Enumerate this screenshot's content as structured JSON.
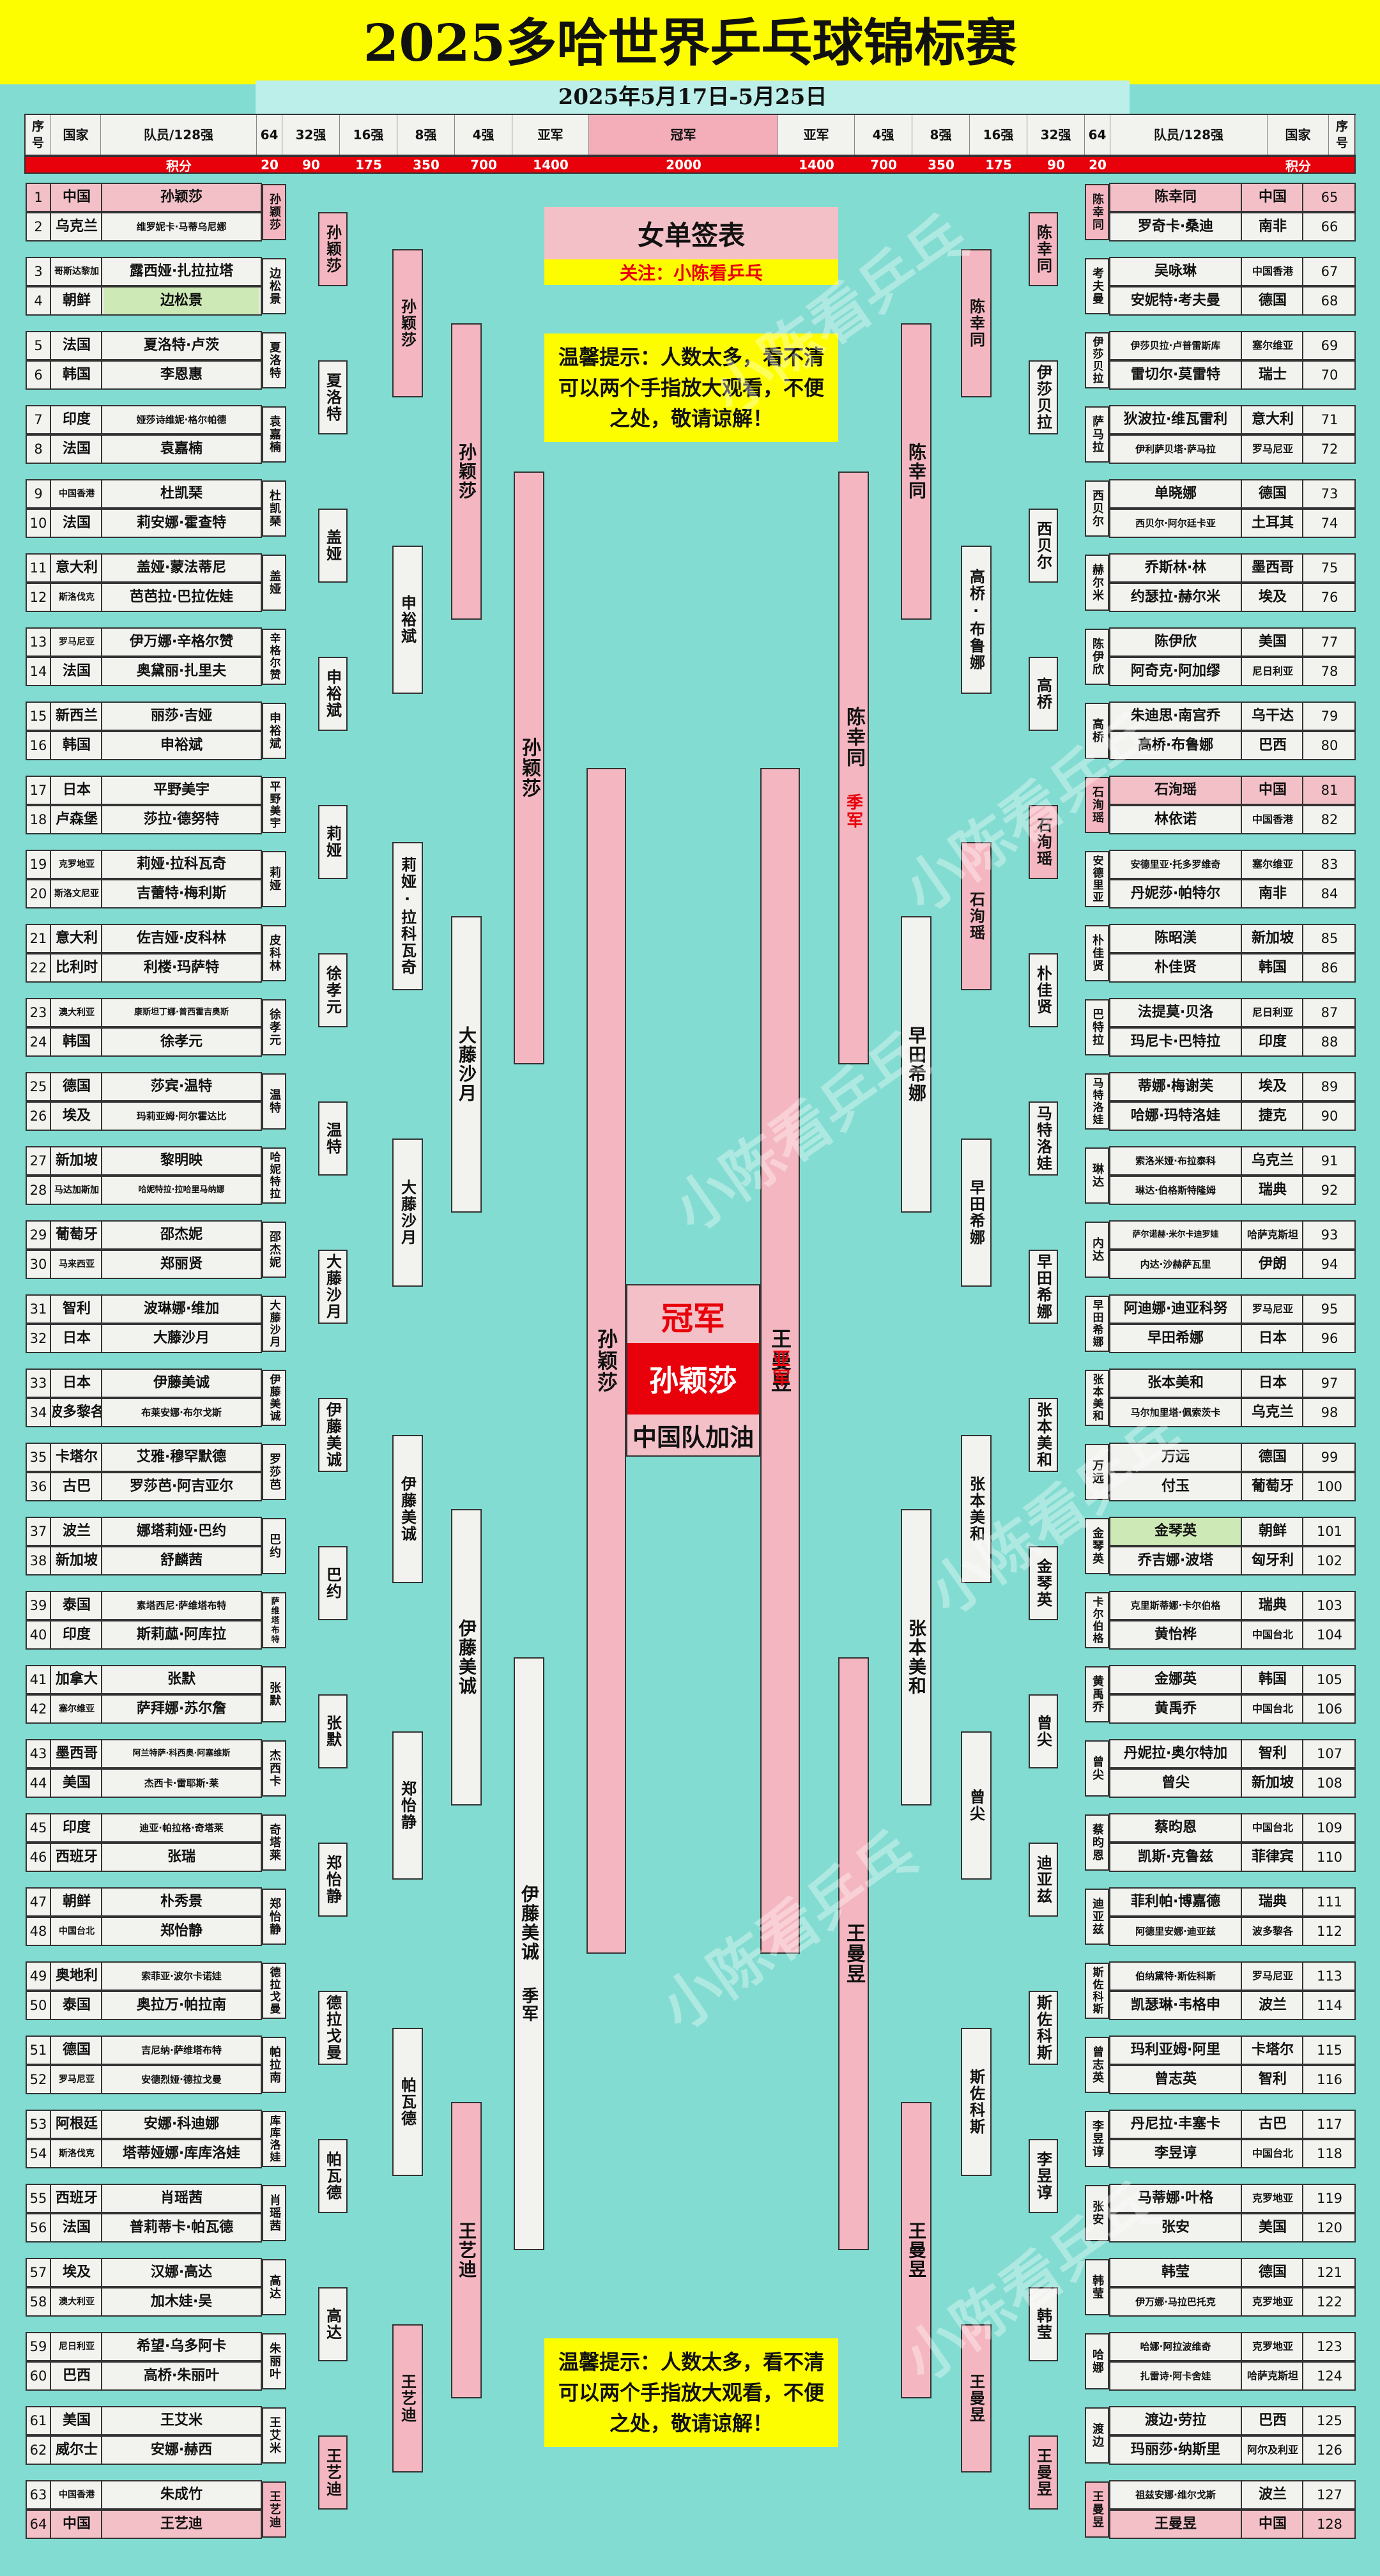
{
  "title": "2025多哈世界乒乓球锦标赛",
  "dates": "2025年5月17日-5月25日",
  "headers": [
    "序号",
    "国家",
    "队员/128强",
    "64",
    "32强",
    "16强",
    "8强",
    "4强",
    "亚军",
    "冠军",
    "亚军",
    "4强",
    "8强",
    "16强",
    "32强",
    "64",
    "队员/128强",
    "国家",
    "序号"
  ],
  "points_label": "积分",
  "points": [
    "20",
    "90",
    "175",
    "350",
    "700",
    "1400",
    "2000",
    "1400",
    "700",
    "350",
    "175",
    "90",
    "20"
  ],
  "draw_title": "女单签表",
  "follow": "关注：小陈看乒乓",
  "tip": "温馨提示：人数太多，看不清可以两个手指放大观看，不便之处，敬请谅解！",
  "champion": {
    "label": "冠军",
    "name": "孙颖莎",
    "cheer": "中国队加油"
  },
  "runner_up": {
    "name": "王曼昱",
    "label": "亚军"
  },
  "semi_left": {
    "top": "孙颖莎",
    "bottom": "伊藤美诚",
    "bottom_note": "季军"
  },
  "semi_right": {
    "top": "陈幸同",
    "top_note": "季军",
    "bottom": "王曼昱"
  },
  "final_left": "孙颖莎",
  "final_right": "王曼昱",
  "watermark": "小陈看乒乓",
  "left_players": [
    {
      "n": "1",
      "c": "中国",
      "p": "孙颖莎",
      "hl": true
    },
    {
      "n": "2",
      "c": "乌克兰",
      "p": "维罗妮卡·马蒂乌尼娜",
      "sm": true
    },
    {
      "n": "3",
      "c": "哥斯达黎加",
      "p": "露西娅·扎拉拉塔",
      "cs": true
    },
    {
      "n": "4",
      "c": "朝鲜",
      "p": "边松景",
      "y": true
    },
    {
      "n": "5",
      "c": "法国",
      "p": "夏洛特·卢茨"
    },
    {
      "n": "6",
      "c": "韩国",
      "p": "李恩惠"
    },
    {
      "n": "7",
      "c": "印度",
      "p": "娅莎诗维妮·格尔帕德",
      "sm": true
    },
    {
      "n": "8",
      "c": "法国",
      "p": "袁嘉楠"
    },
    {
      "n": "9",
      "c": "中国香港",
      "p": "杜凯琹",
      "cs": true
    },
    {
      "n": "10",
      "c": "法国",
      "p": "莉安娜·霍查特"
    },
    {
      "n": "11",
      "c": "意大利",
      "p": "盖娅·蒙法蒂尼"
    },
    {
      "n": "12",
      "c": "斯洛伐克",
      "p": "芭芭拉·巴拉佐娃",
      "cs": true
    },
    {
      "n": "13",
      "c": "罗马尼亚",
      "p": "伊万娜·辛格尔赞",
      "cs": true
    },
    {
      "n": "14",
      "c": "法国",
      "p": "奥黛丽·扎里夫"
    },
    {
      "n": "15",
      "c": "新西兰",
      "p": "丽莎·吉娅"
    },
    {
      "n": "16",
      "c": "韩国",
      "p": "申裕斌"
    },
    {
      "n": "17",
      "c": "日本",
      "p": "平野美宇"
    },
    {
      "n": "18",
      "c": "卢森堡",
      "p": "莎拉·德努特"
    },
    {
      "n": "19",
      "c": "克罗地亚",
      "p": "莉娅·拉科瓦奇",
      "cs": true
    },
    {
      "n": "20",
      "c": "斯洛文尼亚",
      "p": "吉蕾特·梅利斯",
      "cs": true
    },
    {
      "n": "21",
      "c": "意大利",
      "p": "佐吉娅·皮科林"
    },
    {
      "n": "22",
      "c": "比利时",
      "p": "利楼·玛萨特"
    },
    {
      "n": "23",
      "c": "澳大利亚",
      "p": "康斯坦丁娜·普西霍吉奥斯",
      "cs": true,
      "xs": true
    },
    {
      "n": "24",
      "c": "韩国",
      "p": "徐孝元"
    },
    {
      "n": "25",
      "c": "德国",
      "p": "莎宾·温特"
    },
    {
      "n": "26",
      "c": "埃及",
      "p": "玛莉亚姆·阿尔霍达比",
      "sm": true
    },
    {
      "n": "27",
      "c": "新加坡",
      "p": "黎明映"
    },
    {
      "n": "28",
      "c": "马达加斯加",
      "p": "哈妮特拉·拉哈里马纳娜",
      "cs": true,
      "xs": true
    },
    {
      "n": "29",
      "c": "葡萄牙",
      "p": "邵杰妮"
    },
    {
      "n": "30",
      "c": "马来西亚",
      "p": "郑丽贤",
      "cs": true
    },
    {
      "n": "31",
      "c": "智利",
      "p": "波琳娜·维加"
    },
    {
      "n": "32",
      "c": "日本",
      "p": "大藤沙月"
    },
    {
      "n": "33",
      "c": "日本",
      "p": "伊藤美诚"
    },
    {
      "n": "34",
      "c": "波多黎各",
      "p": "布莱安娜·布尔戈斯",
      "sm": true
    },
    {
      "n": "35",
      "c": "卡塔尔",
      "p": "艾雅·穆罕默德",
      "sm": false
    },
    {
      "n": "36",
      "c": "古巴",
      "p": "罗莎芭·阿吉亚尔"
    },
    {
      "n": "37",
      "c": "波兰",
      "p": "娜塔莉娅·巴约"
    },
    {
      "n": "38",
      "c": "新加坡",
      "p": "舒麟茜"
    },
    {
      "n": "39",
      "c": "泰国",
      "p": "素塔西尼·萨维塔布特",
      "sm": true
    },
    {
      "n": "40",
      "c": "印度",
      "p": "斯莉蓏·阿库拉"
    },
    {
      "n": "41",
      "c": "加拿大",
      "p": "张默"
    },
    {
      "n": "42",
      "c": "塞尔维亚",
      "p": "萨拜娜·苏尔詹",
      "cs": true
    },
    {
      "n": "43",
      "c": "墨西哥",
      "p": "阿兰特萨·科西奥·阿塞维斯",
      "xs": true
    },
    {
      "n": "44",
      "c": "美国",
      "p": "杰西卡·雷耶斯·莱",
      "sm": true
    },
    {
      "n": "45",
      "c": "印度",
      "p": "迪亚·帕拉格·奇塔莱",
      "sm": true
    },
    {
      "n": "46",
      "c": "西班牙",
      "p": "张瑞"
    },
    {
      "n": "47",
      "c": "朝鲜",
      "p": "朴秀景"
    },
    {
      "n": "48",
      "c": "中国台北",
      "p": "郑怡静",
      "cs": true
    },
    {
      "n": "49",
      "c": "奥地利",
      "p": "索菲亚·波尔卡诺娃",
      "sm": true
    },
    {
      "n": "50",
      "c": "泰国",
      "p": "奥拉万·帕拉南"
    },
    {
      "n": "51",
      "c": "德国",
      "p": "吉尼纳·萨维塔布特",
      "sm": true
    },
    {
      "n": "52",
      "c": "罗马尼亚",
      "p": "安德烈娅·德拉戈曼",
      "cs": true,
      "sm": true
    },
    {
      "n": "53",
      "c": "阿根廷",
      "p": "安娜·科迪娜"
    },
    {
      "n": "54",
      "c": "斯洛伐克",
      "p": "塔蒂娅娜·库库洛娃",
      "cs": true
    },
    {
      "n": "55",
      "c": "西班牙",
      "p": "肖瑶茜"
    },
    {
      "n": "56",
      "c": "法国",
      "p": "普莉蒂卡·帕瓦德"
    },
    {
      "n": "57",
      "c": "埃及",
      "p": "汉娜·高达"
    },
    {
      "n": "58",
      "c": "澳大利亚",
      "p": "加木娃·吴",
      "cs": true
    },
    {
      "n": "59",
      "c": "尼日利亚",
      "p": "希望·乌多阿卡",
      "cs": true
    },
    {
      "n": "60",
      "c": "巴西",
      "p": "高桥·朱丽叶"
    },
    {
      "n": "61",
      "c": "美国",
      "p": "王艾米"
    },
    {
      "n": "62",
      "c": "威尔士",
      "p": "安娜·赫西"
    },
    {
      "n": "63",
      "c": "中国香港",
      "p": "朱成竹",
      "cs": true
    },
    {
      "n": "64",
      "c": "中国",
      "p": "王艺迪",
      "hl": true
    }
  ],
  "right_players": [
    {
      "n": "65",
      "c": "中国",
      "p": "陈幸同",
      "hl": true
    },
    {
      "n": "66",
      "c": "南非",
      "p": "罗奇卡·桑迪"
    },
    {
      "n": "67",
      "c": "中国香港",
      "p": "吴咏琳",
      "cs": true
    },
    {
      "n": "68",
      "c": "德国",
      "p": "安妮特·考夫曼"
    },
    {
      "n": "69",
      "c": "塞尔维亚",
      "p": "伊莎贝拉·卢普雷斯库",
      "sm": true,
      "cs": true
    },
    {
      "n": "70",
      "c": "瑞士",
      "p": "雷切尔·莫雷特"
    },
    {
      "n": "71",
      "c": "意大利",
      "p": "狄波拉·维瓦雷利"
    },
    {
      "n": "72",
      "c": "罗马尼亚",
      "p": "伊利萨贝塔·萨马拉",
      "sm": true,
      "cs": true
    },
    {
      "n": "73",
      "c": "德国",
      "p": "单晓娜"
    },
    {
      "n": "74",
      "c": "土耳其",
      "p": "西贝尔·阿尔廷卡亚",
      "sm": true
    },
    {
      "n": "75",
      "c": "墨西哥",
      "p": "乔斯林·林"
    },
    {
      "n": "76",
      "c": "埃及",
      "p": "约瑟拉·赫尔米"
    },
    {
      "n": "77",
      "c": "美国",
      "p": "陈伊欣"
    },
    {
      "n": "78",
      "c": "尼日利亚",
      "p": "阿奇克·阿加缪",
      "cs": true
    },
    {
      "n": "79",
      "c": "乌干达",
      "p": "朱迪思·南宫乔"
    },
    {
      "n": "80",
      "c": "巴西",
      "p": "高桥·布鲁娜"
    },
    {
      "n": "81",
      "c": "中国",
      "p": "石洵瑶",
      "hl": true
    },
    {
      "n": "82",
      "c": "中国香港",
      "p": "林依诺",
      "cs": true
    },
    {
      "n": "83",
      "c": "塞尔维亚",
      "p": "安德里亚·托多罗维奇",
      "sm": true,
      "cs": true
    },
    {
      "n": "84",
      "c": "南非",
      "p": "丹妮莎·帕特尔"
    },
    {
      "n": "85",
      "c": "新加坡",
      "p": "陈昭渼"
    },
    {
      "n": "86",
      "c": "韩国",
      "p": "朴佳贤"
    },
    {
      "n": "87",
      "c": "尼日利亚",
      "p": "法提莫·贝洛",
      "cs": true
    },
    {
      "n": "88",
      "c": "印度",
      "p": "玛尼卡·巴特拉"
    },
    {
      "n": "89",
      "c": "埃及",
      "p": "蒂娜·梅谢芙"
    },
    {
      "n": "90",
      "c": "捷克",
      "p": "哈娜·玛特洛娃"
    },
    {
      "n": "91",
      "c": "乌克兰",
      "p": "索洛米娅·布拉泰科",
      "sm": true
    },
    {
      "n": "92",
      "c": "瑞典",
      "p": "琳达·伯格斯特隆姆",
      "sm": true
    },
    {
      "n": "93",
      "c": "哈萨克斯坦",
      "p": "萨尔诺赫·米尔卡迪罗娃",
      "xs": true,
      "cs": true
    },
    {
      "n": "94",
      "c": "伊朗",
      "p": "内达·沙赫萨瓦里",
      "sm": true
    },
    {
      "n": "95",
      "c": "罗马尼亚",
      "p": "阿迪娜·迪亚科努",
      "cs": true
    },
    {
      "n": "96",
      "c": "日本",
      "p": "早田希娜"
    },
    {
      "n": "97",
      "c": "日本",
      "p": "张本美和"
    },
    {
      "n": "98",
      "c": "乌克兰",
      "p": "马尔加里塔·佩索茨卡",
      "sm": true
    },
    {
      "n": "99",
      "c": "德国",
      "p": "万远"
    },
    {
      "n": "100",
      "c": "葡萄牙",
      "p": "付玉"
    },
    {
      "n": "101",
      "c": "朝鲜",
      "p": "金琴英",
      "y": true
    },
    {
      "n": "102",
      "c": "匈牙利",
      "p": "乔吉娜·波塔"
    },
    {
      "n": "103",
      "c": "瑞典",
      "p": "克里斯蒂娜·卡尔伯格",
      "sm": true
    },
    {
      "n": "104",
      "c": "中国台北",
      "p": "黄怡桦",
      "cs": true
    },
    {
      "n": "105",
      "c": "韩国",
      "p": "金娜英"
    },
    {
      "n": "106",
      "c": "中国台北",
      "p": "黄禹乔",
      "cs": true
    },
    {
      "n": "107",
      "c": "智利",
      "p": "丹妮拉·奥尔特加"
    },
    {
      "n": "108",
      "c": "新加坡",
      "p": "曾尖"
    },
    {
      "n": "109",
      "c": "中国台北",
      "p": "蔡昀恩",
      "cs": true
    },
    {
      "n": "110",
      "c": "菲律宾",
      "p": "凯斯·克鲁兹"
    },
    {
      "n": "111",
      "c": "瑞典",
      "p": "菲利帕·博嘉德"
    },
    {
      "n": "112",
      "c": "波多黎各",
      "p": "阿德里安娜·迪亚兹",
      "sm": true,
      "cs": true
    },
    {
      "n": "113",
      "c": "罗马尼亚",
      "p": "伯纳黛特·斯佐科斯",
      "sm": true,
      "cs": true
    },
    {
      "n": "114",
      "c": "波兰",
      "p": "凯瑟琳·韦格申"
    },
    {
      "n": "115",
      "c": "卡塔尔",
      "p": "玛利亚姆·阿里"
    },
    {
      "n": "116",
      "c": "智利",
      "p": "曾志英"
    },
    {
      "n": "117",
      "c": "古巴",
      "p": "丹尼拉·丰塞卡"
    },
    {
      "n": "118",
      "c": "中国台北",
      "p": "李昱谆",
      "cs": true
    },
    {
      "n": "119",
      "c": "克罗地亚",
      "p": "马蒂娜·叶格",
      "cs": true
    },
    {
      "n": "120",
      "c": "美国",
      "p": "张安"
    },
    {
      "n": "121",
      "c": "德国",
      "p": "韩莹"
    },
    {
      "n": "122",
      "c": "克罗地亚",
      "p": "伊万娜·马拉巴托克",
      "sm": true,
      "cs": true
    },
    {
      "n": "123",
      "c": "克罗地亚",
      "p": "哈娜·阿拉波维奇",
      "sm": true,
      "cs": true
    },
    {
      "n": "124",
      "c": "哈萨克斯坦",
      "p": "扎雷诗·阿卡舍娃",
      "sm": true,
      "cs": true
    },
    {
      "n": "125",
      "c": "巴西",
      "p": "渡边·劳拉"
    },
    {
      "n": "126",
      "c": "阿尔及利亚",
      "p": "玛丽莎·纳斯里",
      "cs": true
    },
    {
      "n": "127",
      "c": "波兰",
      "p": "祖兹安娜·维尔戈斯",
      "sm": true
    },
    {
      "n": "128",
      "c": "中国",
      "p": "王曼昱",
      "hl": true
    }
  ],
  "left_r64": [
    "孙颖莎",
    "边松景",
    "夏洛特",
    "袁嘉楠",
    "杜凯琹",
    "盖娅",
    "辛格尔赞",
    "申裕斌",
    "平野美宇",
    "莉娅",
    "皮科林",
    "徐孝元",
    "温特",
    "哈妮特拉",
    "邵杰妮",
    "大藤沙月",
    "伊藤美诚",
    "罗莎芭",
    "巴约",
    "萨维塔布特",
    "张默",
    "杰西卡",
    "奇塔莱",
    "郑怡静",
    "德拉戈曼",
    "帕拉南",
    "库库洛娃",
    "肖瑶茜",
    "高达",
    "朱丽叶",
    "王艾米",
    "王艺迪"
  ],
  "left_r32": [
    "孙颖莎",
    "夏洛特",
    "盖娅",
    "申裕斌",
    "莉娅",
    "徐孝元",
    "温特",
    "大藤沙月",
    "伊藤美诚",
    "巴约",
    "张默",
    "郑怡静",
    "德拉戈曼",
    "帕瓦德",
    "高达",
    "王艺迪"
  ],
  "left_r16": [
    "孙颖莎",
    "申裕斌",
    "莉娅·拉科瓦奇",
    "大藤沙月",
    "伊藤美诚",
    "郑怡静",
    "帕瓦德",
    "王艺迪"
  ],
  "left_qf": [
    "孙颖莎",
    "大藤沙月",
    "伊藤美诚",
    "王艺迪"
  ],
  "right_r64": [
    "陈幸同",
    "考夫曼",
    "伊莎贝拉",
    "萨马拉",
    "西贝尔",
    "赫尔米",
    "陈伊欣",
    "高桥",
    "石洵瑶",
    "安德里亚",
    "朴佳贤",
    "巴特拉",
    "马特洛娃",
    "琳达",
    "内达",
    "早田希娜",
    "张本美和",
    "万远",
    "金琴英",
    "卡尔伯格",
    "黄禹乔",
    "曾尖",
    "蔡昀恩",
    "迪亚兹",
    "斯佐科斯",
    "曾志英",
    "李昱谆",
    "张安",
    "韩莹",
    "哈娜",
    "渡边",
    "王曼昱"
  ],
  "right_r32": [
    "陈幸同",
    "伊莎贝拉",
    "西贝尔",
    "高桥",
    "石洵瑶",
    "朴佳贤",
    "马特洛娃",
    "早田希娜",
    "张本美和",
    "金琴英",
    "曾尖",
    "迪亚兹",
    "斯佐科斯",
    "李昱谆",
    "韩莹",
    "王曼昱"
  ],
  "right_r16": [
    "陈幸同",
    "高桥·布鲁娜",
    "石洵瑶",
    "早田希娜",
    "张本美和",
    "曾尖",
    "斯佐科斯",
    "王曼昱"
  ],
  "right_qf": [
    "陈幸同",
    "早田希娜",
    "张本美和",
    "王曼昱"
  ],
  "colors": {
    "background": "#82dcd2",
    "yellow": "#fefd00",
    "red": "#e8000a",
    "pink": "#f4c0c8",
    "cell": "#f2f2ef",
    "green": "#cdeab6"
  }
}
